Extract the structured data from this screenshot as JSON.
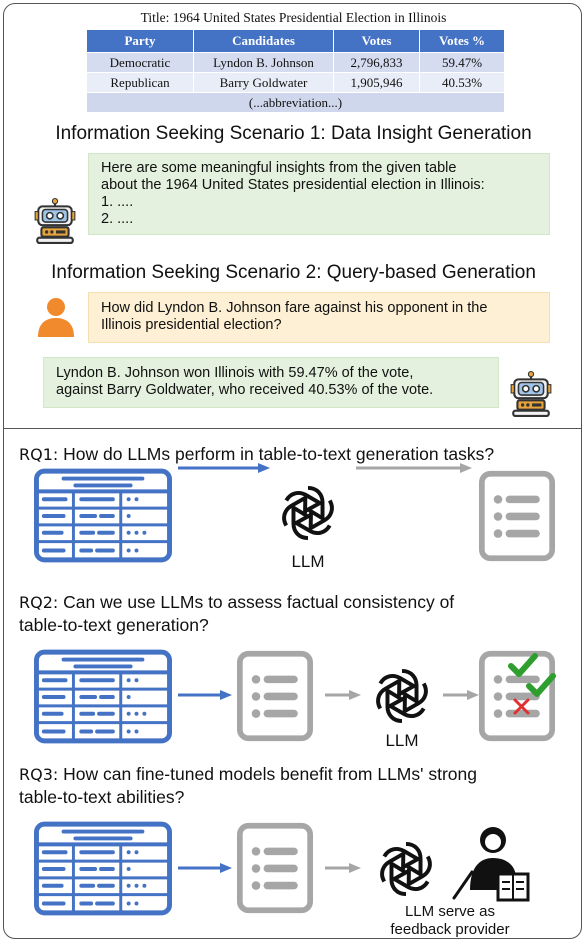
{
  "table": {
    "title": "Title: 1964 United States Presidential Election in Illinois",
    "headers": [
      "Party",
      "Candidates",
      "Votes",
      "Votes %"
    ],
    "rows": [
      [
        "Democratic",
        "Lyndon B. Johnson",
        "2,796,833",
        "59.47%"
      ],
      [
        "Republican",
        "Barry Goldwater",
        "1,905,946",
        "40.53%"
      ]
    ],
    "abbreviation": "(...abbreviation...)",
    "header_color": "#4472c4"
  },
  "scenario1": {
    "title": "Information Seeking Scenario 1: Data Insight Generation",
    "bubble_line1": "Here are some meaningful insights from the given table",
    "bubble_line2": "about the 1964 United States presidential election in Illinois:",
    "bubble_line3": "1. ....",
    "bubble_line4": "2. ....",
    "icon": "robot-icon"
  },
  "scenario2": {
    "title": "Information Seeking Scenario 2: Query-based Generation",
    "question_line1": "How did Lyndon B. Johnson fare against his opponent in the",
    "question_line2": "Illinois presidential election?",
    "answer_line1": "Lyndon B. Johnson won Illinois with 59.47% of the vote,",
    "answer_line2": "against Barry Goldwater, who received 40.53% of the vote.",
    "user_icon": "user-icon",
    "bot_icon": "robot-icon"
  },
  "rq1": {
    "prefix": "RQ1:",
    "text": " How do LLMs perform in table-to-text generation tasks?",
    "llm_label": "LLM"
  },
  "rq2": {
    "prefix": "RQ2:",
    "text_line1": " Can we use LLMs to assess factual consistency of",
    "text_line2": "table-to-text generation?",
    "llm_label": "LLM"
  },
  "rq3": {
    "prefix": "RQ3:",
    "text_line1": " How can fine-tuned models benefit from LLMs' strong",
    "text_line2": "table-to-text abilities?",
    "llm_label_line1": "LLM serve as",
    "llm_label_line2": "feedback provider"
  },
  "colors": {
    "table_blue": "#4472c4",
    "doc_gray": "#a6a6a6",
    "check_green": "#2e9e2e",
    "cross_red": "#e03030",
    "user_orange": "#f08a2c",
    "bubble_green": "#e4f1de",
    "bubble_orange": "#fdf0d5"
  }
}
